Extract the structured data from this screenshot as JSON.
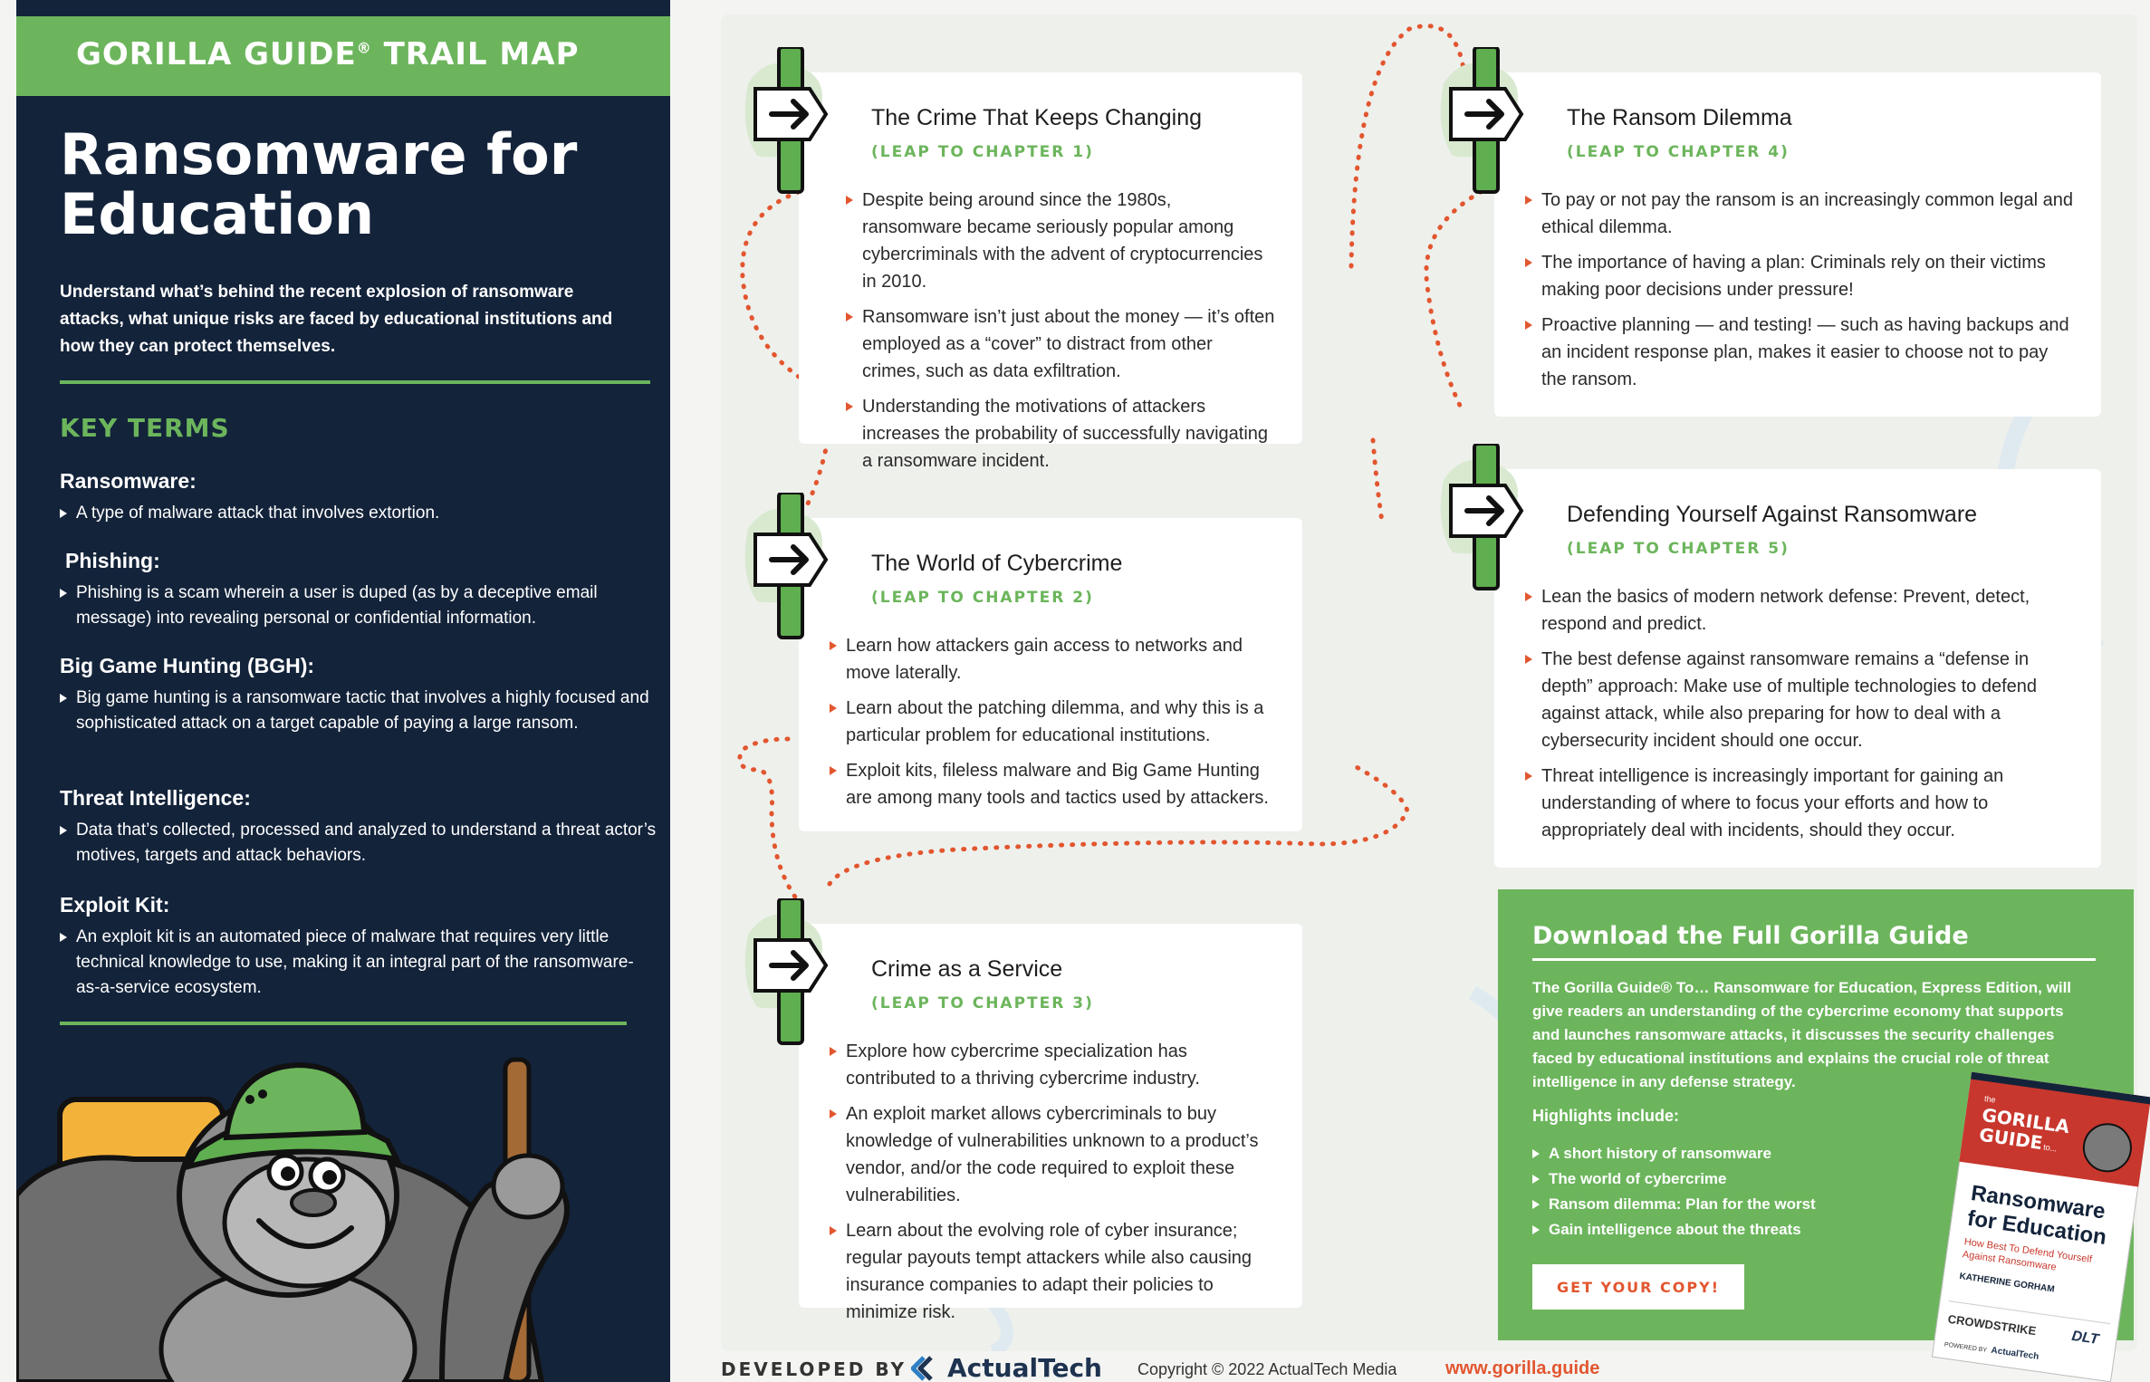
{
  "header": {
    "brand": "GORILLA GUIDE",
    "registered": "®",
    "suffix": "TRAIL MAP"
  },
  "title": "Ransomware for Education",
  "intro": "Understand what’s behind the recent explosion of ransomware attacks, what unique risks are faced by educational institutions and how they can protect themselves.",
  "key_terms": {
    "heading": "KEY TERMS",
    "items": [
      {
        "name": "Ransomware:",
        "definition": "A type of malware attack that involves extortion."
      },
      {
        "name": "Phishing:",
        "definition": "Phishing is a scam wherein a user is duped (as by a deceptive email message) into revealing personal or confidential information."
      },
      {
        "name": "Big Game Hunting (BGH):",
        "definition": "Big game hunting is a ransomware tactic that involves a highly focused and sophisticated attack on a target capable of paying a large ransom."
      },
      {
        "name": "Threat Intelligence:",
        "definition": "Data that’s collected, processed and analyzed to understand a threat actor’s motives, targets and attack behaviors."
      },
      {
        "name": "Exploit Kit:",
        "definition": "An exploit kit is an automated piece of malware that requires very little technical knowledge to use, making it an integral part of the ransomware-as-a-service ecosystem."
      }
    ]
  },
  "chapters": [
    {
      "title": "The Crime That Keeps Changing",
      "leap": "(LEAP TO CHAPTER 1)",
      "bullets": [
        "Despite being around since the 1980s, ransomware became seriously popular among cybercriminals with the advent of cryptocurrencies in 2010.",
        "Ransomware isn’t just about the money — it’s often employed as a “cover” to distract from other crimes, such as data exfiltration.",
        "Understanding the motivations of attackers increases the probability of successfully navigating a ransomware incident."
      ]
    },
    {
      "title": "The World of Cybercrime",
      "leap": "(LEAP TO CHAPTER 2)",
      "bullets": [
        "Learn how attackers gain access to networks and move laterally.",
        "Learn about the patching dilemma, and why this is a particular problem for educational institutions.",
        "Exploit kits, fileless malware and Big Game Hunting are among many tools and tactics used by attackers."
      ]
    },
    {
      "title": "Crime as a Service",
      "leap": "(LEAP TO CHAPTER 3)",
      "bullets": [
        "Explore how cybercrime specialization has contributed to a thriving cybercrime industry.",
        "An exploit market allows cybercriminals to buy knowledge of vulnerabilities unknown to a product’s vendor, and/or the code required to exploit these vulnerabilities.",
        "Learn about the evolving role of cyber insurance; regular payouts tempt attackers while also causing insurance companies to adapt their policies to minimize risk."
      ]
    },
    {
      "title": "The Ransom Dilemma",
      "leap": "(LEAP TO CHAPTER 4)",
      "bullets": [
        "To pay or not pay the ransom is an increasingly common legal and ethical dilemma.",
        "The importance of having a plan: Criminals rely on their victims making poor decisions under pressure!",
        "Proactive planning — and testing! — such as having backups and an incident response plan, makes it easier to choose not to pay the ransom."
      ]
    },
    {
      "title": "Defending Yourself Against Ransomware",
      "leap": "(LEAP TO CHAPTER 5)",
      "bullets": [
        "Lean the basics of modern network defense: Prevent, detect, respond and predict.",
        "The best defense against ransomware remains a “defense in depth” approach: Make use of multiple technologies to defend against attack, while also preparing for how to deal with a cybersecurity incident should one occur.",
        "Threat intelligence is increasingly important for gaining an understanding of where to focus your efforts and how to appropriately deal with incidents, should they occur."
      ]
    }
  ],
  "download": {
    "title": "Download the Full Gorilla Guide",
    "description": "The Gorilla Guide® To… Ransomware for Education, Express Edition, will give readers an understanding of the cybercrime economy that supports and launches ransomware attacks, it discusses the security challenges faced by educational institutions and explains the crucial role of threat intelligence in any defense strategy.",
    "highlights_label": "Highlights include:",
    "highlights": [
      "A short history of ransomware",
      "The world of cybercrime",
      "Ransom dilemma: Plan for the worst",
      "Gain intelligence about the threats"
    ],
    "button": "GET YOUR COPY!"
  },
  "book": {
    "the": "the",
    "brand_line1": "GORILLA",
    "brand_line2": "GUIDE",
    "to": "to...",
    "title_line1": "Ransomware",
    "title_line2": "for Education",
    "subtitle_line1": "How Best To Defend Yourself",
    "subtitle_line2": "Against Ransomware",
    "author": "KATHERINE GORHAM",
    "sponsor1": "CROWDSTRIKE",
    "sponsor2": "DLT",
    "powered": "POWERED BY",
    "powered_brand": "ActualTech"
  },
  "footer": {
    "developed_by": "DEVELOPED BY",
    "company": "ActualTech",
    "copyright": "Copyright © 2022 ActualTech Media",
    "website": "www.gorilla.guide"
  },
  "colors": {
    "navy": "#13233a",
    "green": "#6cb55c",
    "orange": "#e2562f",
    "white": "#ffffff"
  },
  "icons": [
    "arrow-sign-icon",
    "gorilla-mascot-icon",
    "actualtech-logo-icon",
    "bullet-triangle-icon"
  ]
}
